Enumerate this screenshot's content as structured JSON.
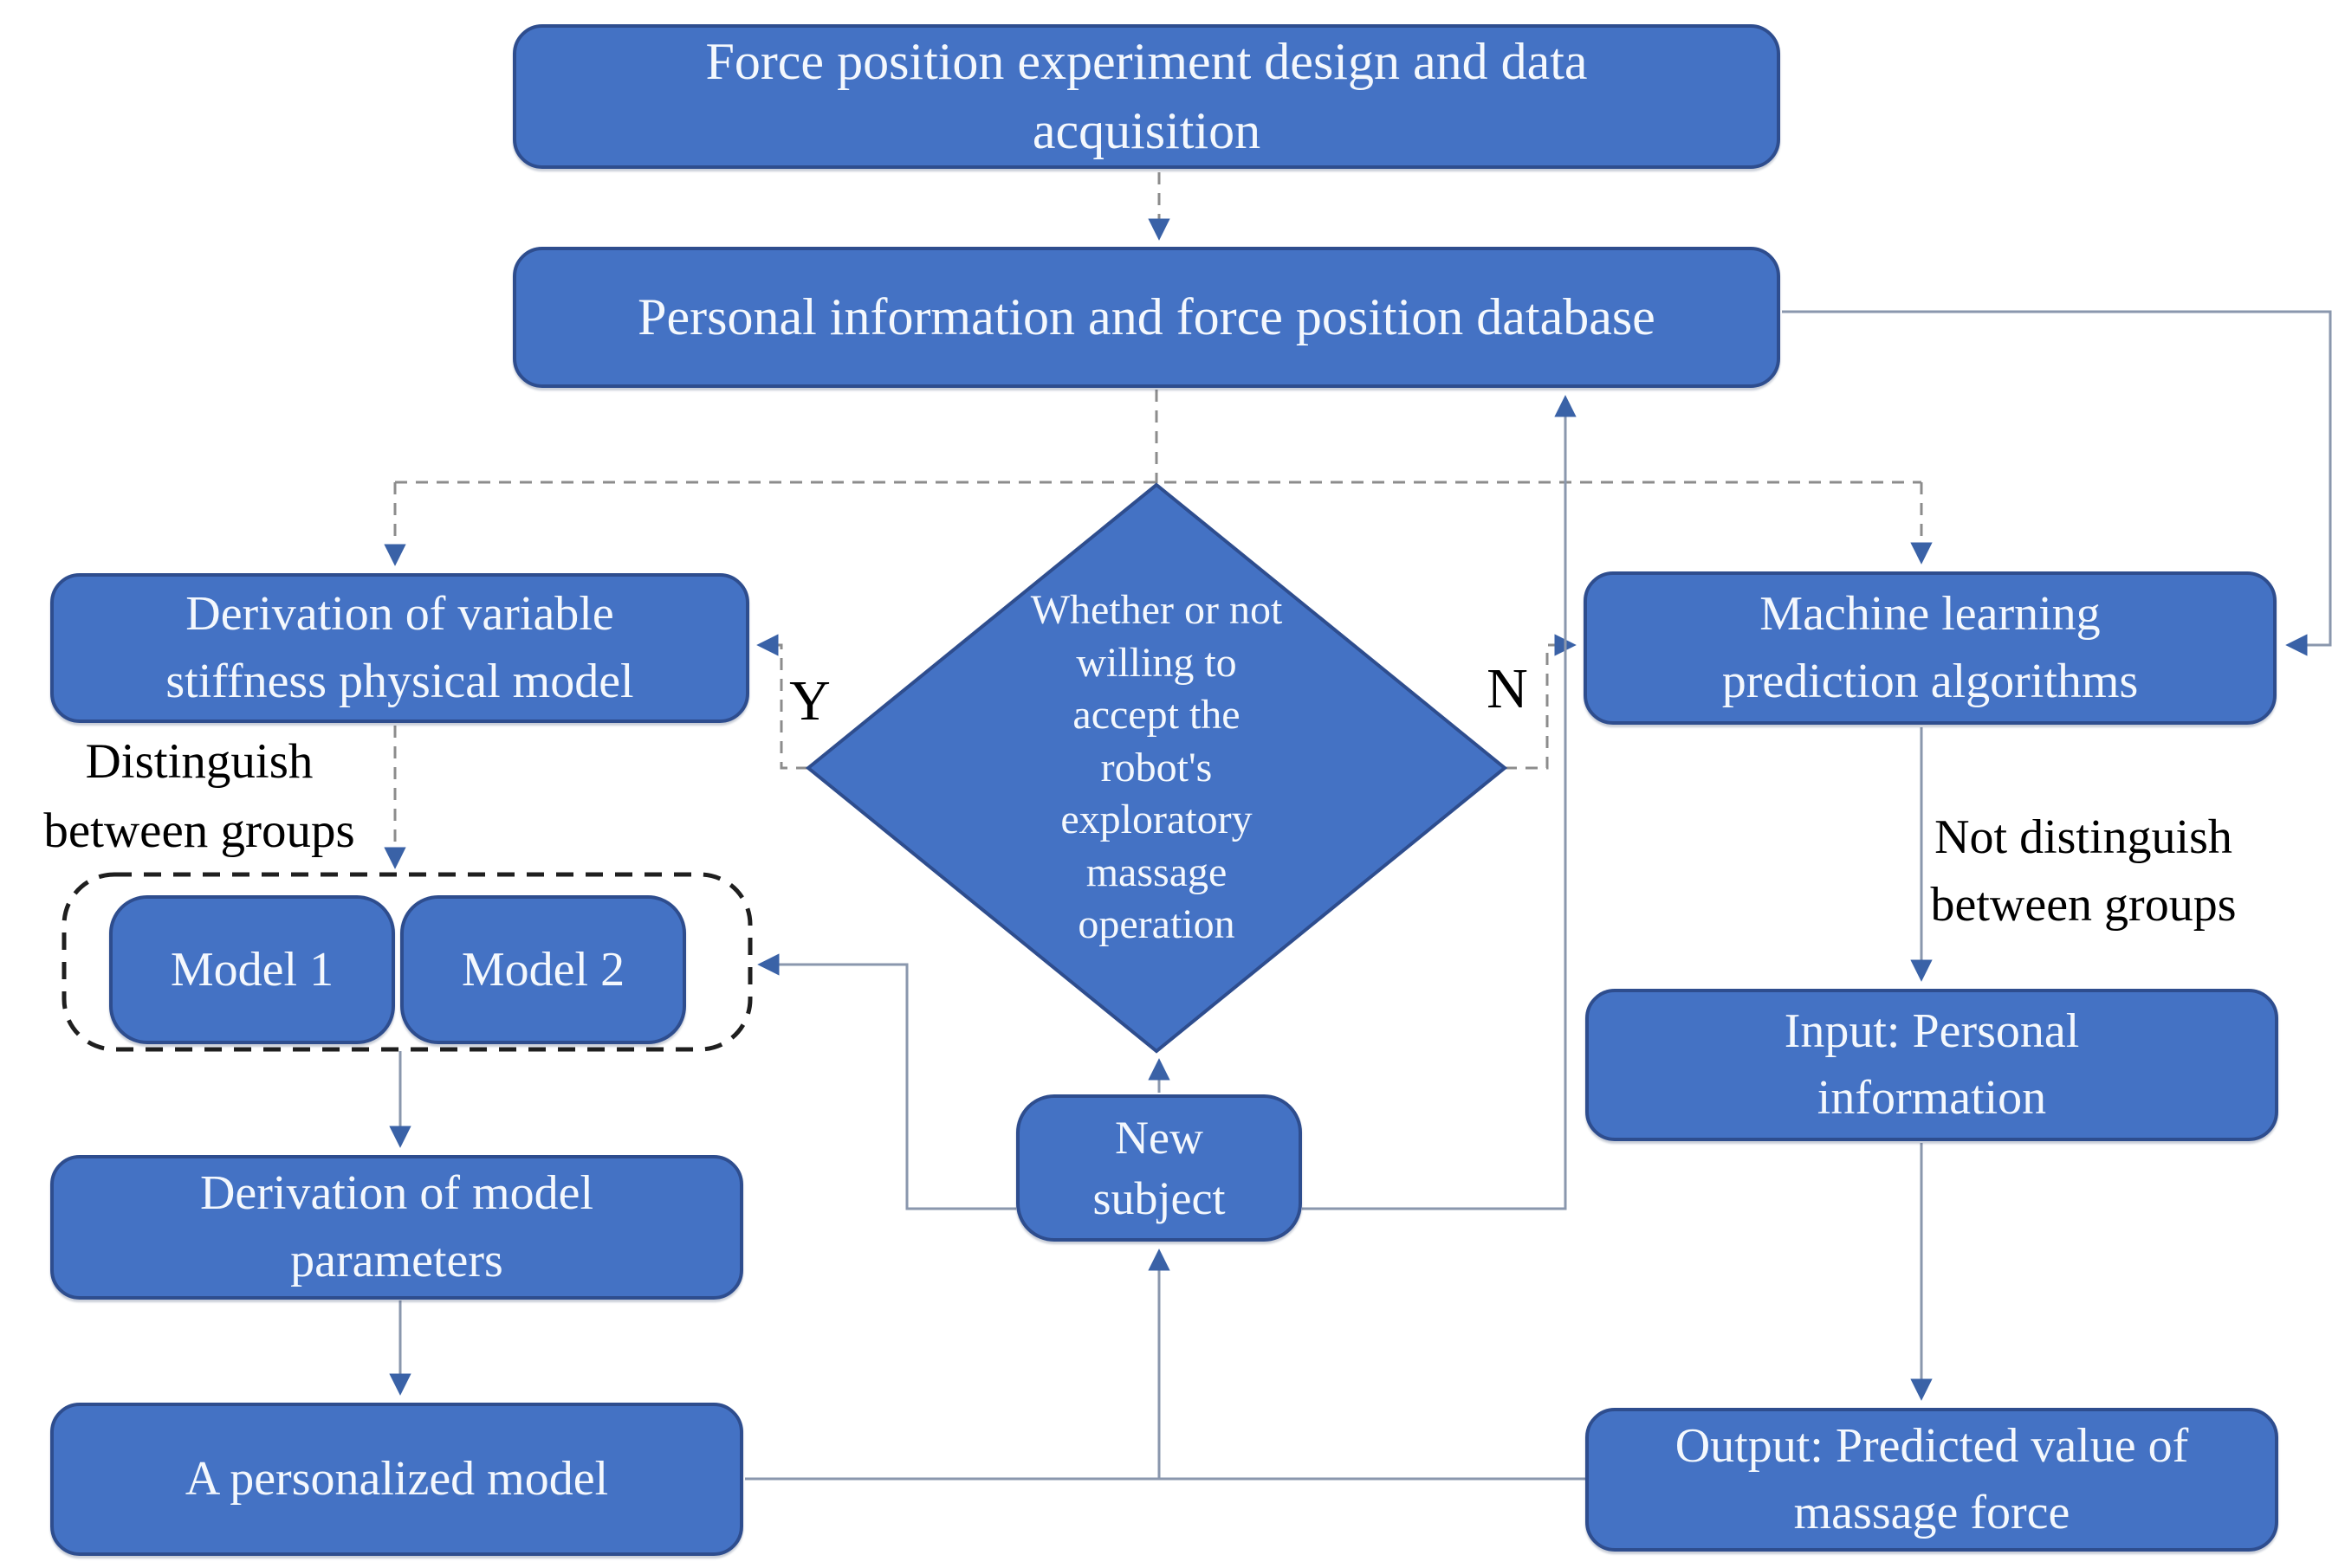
{
  "diagram": {
    "title": "Flowchart: personalized massage force modeling and prediction",
    "nodes": {
      "experiment": {
        "label": "Force position experiment design and data\nacquisition"
      },
      "database": {
        "label": "Personal information and force position database"
      },
      "physical_model": {
        "label": "Derivation of variable\nstiffness physical model"
      },
      "ml_algorithms": {
        "label": "Machine learning\nprediction algorithms"
      },
      "decision": {
        "label": "Whether or not\nwilling to\naccept the\nrobot's\nexploratory\nmassage\noperation"
      },
      "model1": {
        "label": "Model 1"
      },
      "model2": {
        "label": "Model 2"
      },
      "model_parameters": {
        "label": "Derivation of model\nparameters"
      },
      "personalized_model": {
        "label": "A personalized model"
      },
      "new_subject": {
        "label": "New\nsubject"
      },
      "input": {
        "label": "Input: Personal\ninformation"
      },
      "output": {
        "label": "Output: Predicted value of\nmassage force"
      }
    },
    "edge_labels": {
      "yes": "Y",
      "no": "N",
      "distinguish": "Distinguish\nbetween groups",
      "not_distinguish": "Not distinguish\nbetween groups"
    },
    "colors": {
      "node_fill": "#4472C4",
      "node_border": "#2E4D8E",
      "node_text": "#F4F8FD",
      "label_text": "#000000",
      "solid_connector": "#8A97AD",
      "dashed_connector": "#8C8C8C",
      "arrowhead": "#3A62A7",
      "group_outline": "#1F1F1F",
      "background": "#FFFFFF"
    }
  }
}
